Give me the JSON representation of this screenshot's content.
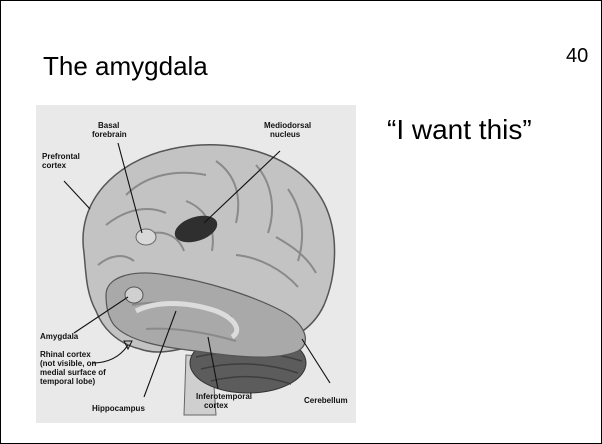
{
  "slide": {
    "title": "The amygdala",
    "page_number": "40",
    "quote": "“I want this”"
  },
  "figure": {
    "labels": {
      "basal_forebrain": [
        "Basal",
        "forebrain"
      ],
      "prefrontal_cortex": [
        "Prefrontal",
        "cortex"
      ],
      "mediodorsal_nucleus": [
        "Mediodorsal",
        "nucleus"
      ],
      "amygdala": [
        "Amygdala"
      ],
      "rhinal_cortex": [
        "Rhinal cortex",
        "(not visible, on",
        "medial surface of",
        "temporal lobe)"
      ],
      "hippocampus": [
        "Hippocampus"
      ],
      "inferotemporal_cortex": [
        "Inferotemporal",
        "cortex"
      ],
      "cerebellum": [
        "Cerebellum"
      ]
    }
  }
}
